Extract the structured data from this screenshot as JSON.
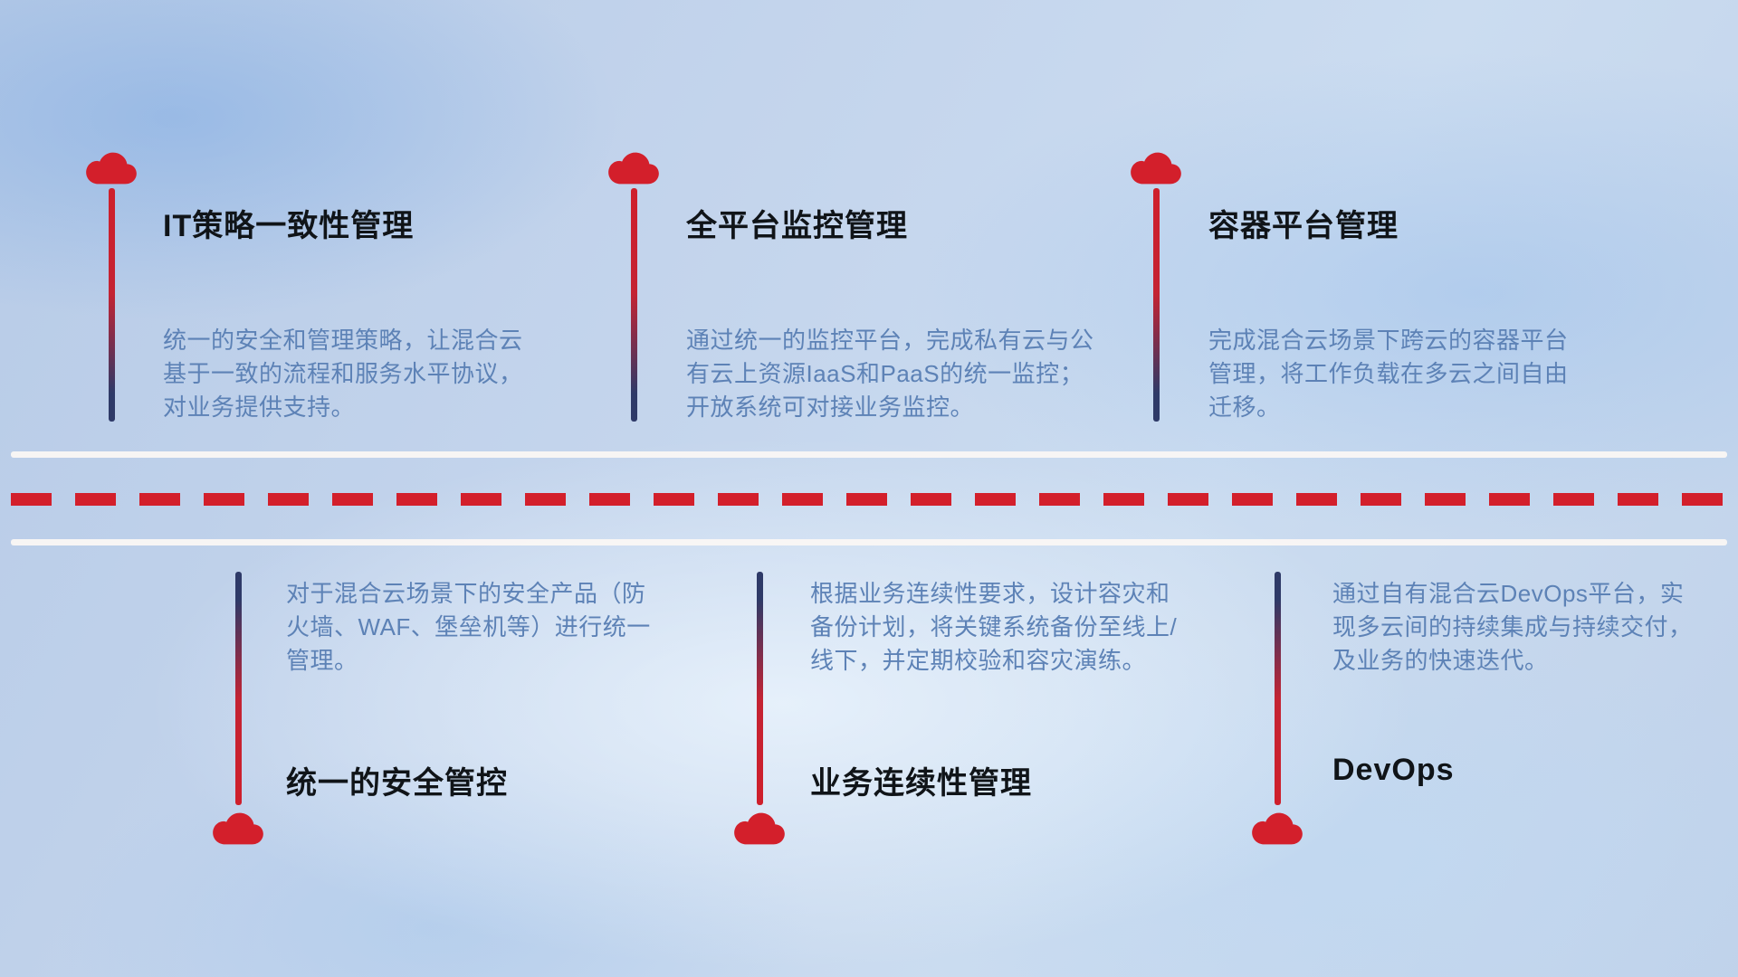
{
  "colors": {
    "cloud_red": "#d31f2b",
    "stem_navy": "#2e3a68",
    "description_blue": "#5d82b6",
    "road_white": "#faf7f4",
    "dash_red": "#d31f2b",
    "background_blue": "#c3d4ec",
    "title_black": "#101418"
  },
  "top_items": [
    {
      "icon": "cloud-icon",
      "title": "IT策略一致性管理",
      "description": "统一的安全和管理策略，让混合云基于一致的流程和服务水平协议，对业务提供支持。"
    },
    {
      "icon": "cloud-icon",
      "title": "全平台监控管理",
      "description": "通过统一的监控平台，完成私有云与公有云上资源IaaS和PaaS的统一监控；开放系统可对接业务监控。"
    },
    {
      "icon": "cloud-icon",
      "title": "容器平台管理",
      "description": "完成混合云场景下跨云的容器平台管理，将工作负载在多云之间自由迁移。"
    }
  ],
  "bottom_items": [
    {
      "icon": "cloud-icon",
      "title": "统一的安全管控",
      "description": "对于混合云场景下的安全产品（防火墙、WAF、堡垒机等）进行统一管理。"
    },
    {
      "icon": "cloud-icon",
      "title": "业务连续性管理",
      "description": "根据业务连续性要求，设计容灾和备份计划，将关键系统备份至线上/线下，并定期校验和容灾演练。"
    },
    {
      "icon": "cloud-icon",
      "title": "DevOps",
      "description": "通过自有混合云DevOps平台，实现多云间的持续集成与持续交付，及业务的快速迭代。"
    }
  ]
}
